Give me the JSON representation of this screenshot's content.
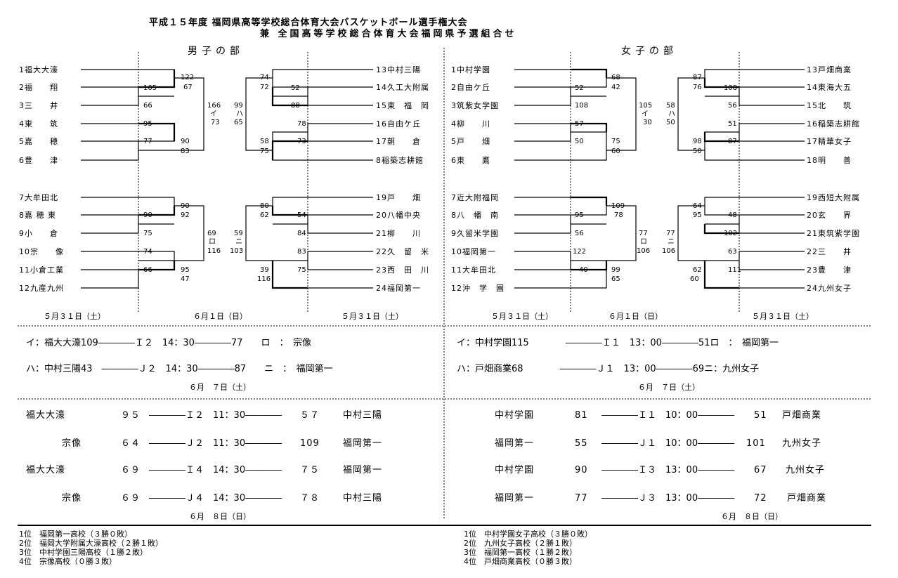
{
  "title": {
    "line1": "平成１５年度 福岡県高等学校総合体育大会バスケットボール選手権大会",
    "line2": "兼 全国高等学校総合体育大会福岡県予選組合せ"
  },
  "boys": {
    "heading": "男子の部",
    "left_teams": [
      "1福大大濠",
      "2福　　翔",
      "3三　　井",
      "4東　　筑",
      "5嘉　　穂",
      "6豊　　津",
      "7大牟田北",
      "8嘉 穂 東",
      "9小　　倉",
      "10宗　　像",
      "11小倉工業",
      "12九産九州"
    ],
    "right_teams": [
      "13中村三陽",
      "14久工大附属",
      "15東　福　岡",
      "16自由ケ丘",
      "17朝　　倉",
      "8稲築志耕館",
      "19戸　　畑",
      "20八幡中央",
      "21柳　　川",
      "22久　留　米",
      "23西　田　川",
      "24福岡第一"
    ],
    "scores": [
      "122",
      "67",
      "105",
      "66",
      "95",
      "77",
      "90",
      "83",
      "166",
      "イ",
      "73",
      "99",
      "ハ",
      "65",
      "74",
      "72",
      "52",
      "88",
      "78",
      "58",
      "73",
      "75",
      "90",
      "92",
      "90",
      "75",
      "74",
      "66",
      "95",
      "47",
      "69",
      "ロ",
      "116",
      "59",
      "ニ",
      "103",
      "80",
      "62",
      "54",
      "84",
      "83",
      "39",
      "75",
      "116"
    ]
  },
  "girls": {
    "heading": "女子の部",
    "left_teams": [
      "1中村学園",
      "2自由ケ丘",
      "3筑紫女学園",
      "4柳　　川",
      "5戸　　畑",
      "6東　　鷹",
      "7近大附福岡",
      "8八　幡　南",
      "9久留米学園",
      "10福岡第一",
      "11大牟田北",
      "12沖　学　園"
    ],
    "right_teams": [
      "13戸畑商業",
      "14東海大五",
      "15北　　筑",
      "16稲築志耕館",
      "17精華女子",
      "18明　　善",
      "19西短大附属",
      "20玄　　界",
      "21東筑紫学園",
      "22三　　井",
      "23豊　　津",
      "24九州女子"
    ],
    "scores": [
      "68",
      "42",
      "52",
      "108",
      "57",
      "50",
      "75",
      "60",
      "105",
      "イ",
      "30",
      "58",
      "ハ",
      "50",
      "87",
      "76",
      "108",
      "56",
      "51",
      "98",
      "87",
      "50",
      "109",
      "78",
      "95",
      "56",
      "122",
      "40",
      "99",
      "65",
      "77",
      "ロ",
      "106",
      "77",
      "ニ",
      "106",
      "64",
      "95",
      "48",
      "102",
      "63",
      "62",
      "111",
      "60"
    ]
  },
  "dates": {
    "may31": "５月３１日（土）",
    "jun1": "６月１日（日）",
    "jun7": "６月　７日（土）",
    "jun8": "６月　８日（日）"
  },
  "semis": {
    "boys_1": "イ：福大大濠109――――Ｉ２　14：30――――77　　ロ　：　宗像",
    "boys_2": "ハ：中村三陽43　――――Ｊ２　14：30――――87　　ニ　：　福岡第一",
    "girls_1": "イ：中村学園115　　　　――――Ｉ１　13：00――――51ロ　：　福岡第一",
    "girls_2": "ハ：戸畑商業68　　　　――――Ｊ１　13：00――――69ニ：九州女子"
  },
  "finals": {
    "boys": [
      {
        "a": "福大大濠",
        "sa": "９５",
        "court": "Ｉ２　11：30",
        "sb": "５７",
        "b": "中村三陽"
      },
      {
        "a": "宗像",
        "sa": "６４",
        "court": "Ｊ２　11：30",
        "sb": "109",
        "b": "福岡第一"
      },
      {
        "a": "福大大濠",
        "sa": "６９",
        "court": "Ｉ４　14：30",
        "sb": "７５",
        "b": "福岡第一"
      },
      {
        "a": "宗像",
        "sa": "６９",
        "court": "Ｊ４　14：30",
        "sb": "７８",
        "b": "中村三陽"
      }
    ],
    "girls": [
      {
        "a": "中村学園",
        "sa": "81",
        "court": "Ｉ１　10：00",
        "sb": "51",
        "b": "戸畑商業"
      },
      {
        "a": "福岡第一",
        "sa": "55",
        "court": "Ｊ１　10：00",
        "sb": "101",
        "b": "九州女子"
      },
      {
        "a": "中村学園",
        "sa": "90",
        "court": "Ｉ３　13：00",
        "sb": "67",
        "b": "九州女子"
      },
      {
        "a": "福岡第一",
        "sa": "77",
        "court": "Ｊ３　13：00",
        "sb": "72",
        "b": "戸畑商業"
      }
    ]
  },
  "rankings": {
    "boys": [
      "1位　福岡第一高校（３勝０敗）",
      "2位　福岡大学附属大濠高校（２勝１敗）",
      "3位　中村学園三陽高校（１勝２敗）",
      "4位　宗像高校（０勝３敗）"
    ],
    "girls": [
      "1位　中村学園女子高校（３勝０敗）",
      "2位　九州女子高校（２勝１敗）",
      "3位　福岡第一高校（１勝２敗）",
      "4位　戸畑商業高校（０勝３敗）"
    ]
  }
}
